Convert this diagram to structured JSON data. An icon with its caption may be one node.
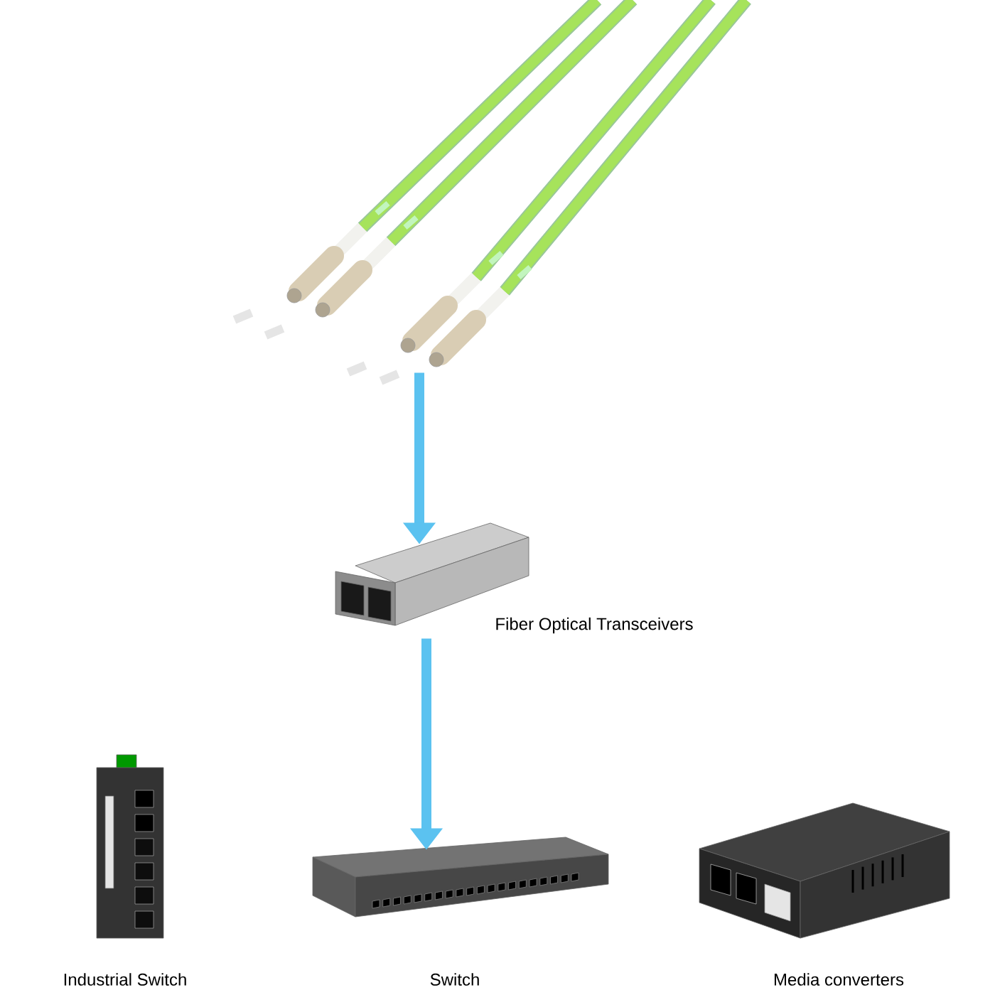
{
  "diagram": {
    "nodes": [
      {
        "text": [],
        "shape": "picture"
      },
      {
        "text": [
          "Fiber Optical Transceivers"
        ]
      },
      {
        "text": [
          "Industrial Switch"
        ]
      },
      {
        "text": [
          "Switch"
        ]
      },
      {
        "text": [
          "Media converters"
        ]
      }
    ],
    "edges": [
      {
        "from": 0,
        "to": 1,
        "arrow": "to"
      },
      {
        "from": 1,
        "to": 3,
        "arrow": "to"
      }
    ]
  }
}
